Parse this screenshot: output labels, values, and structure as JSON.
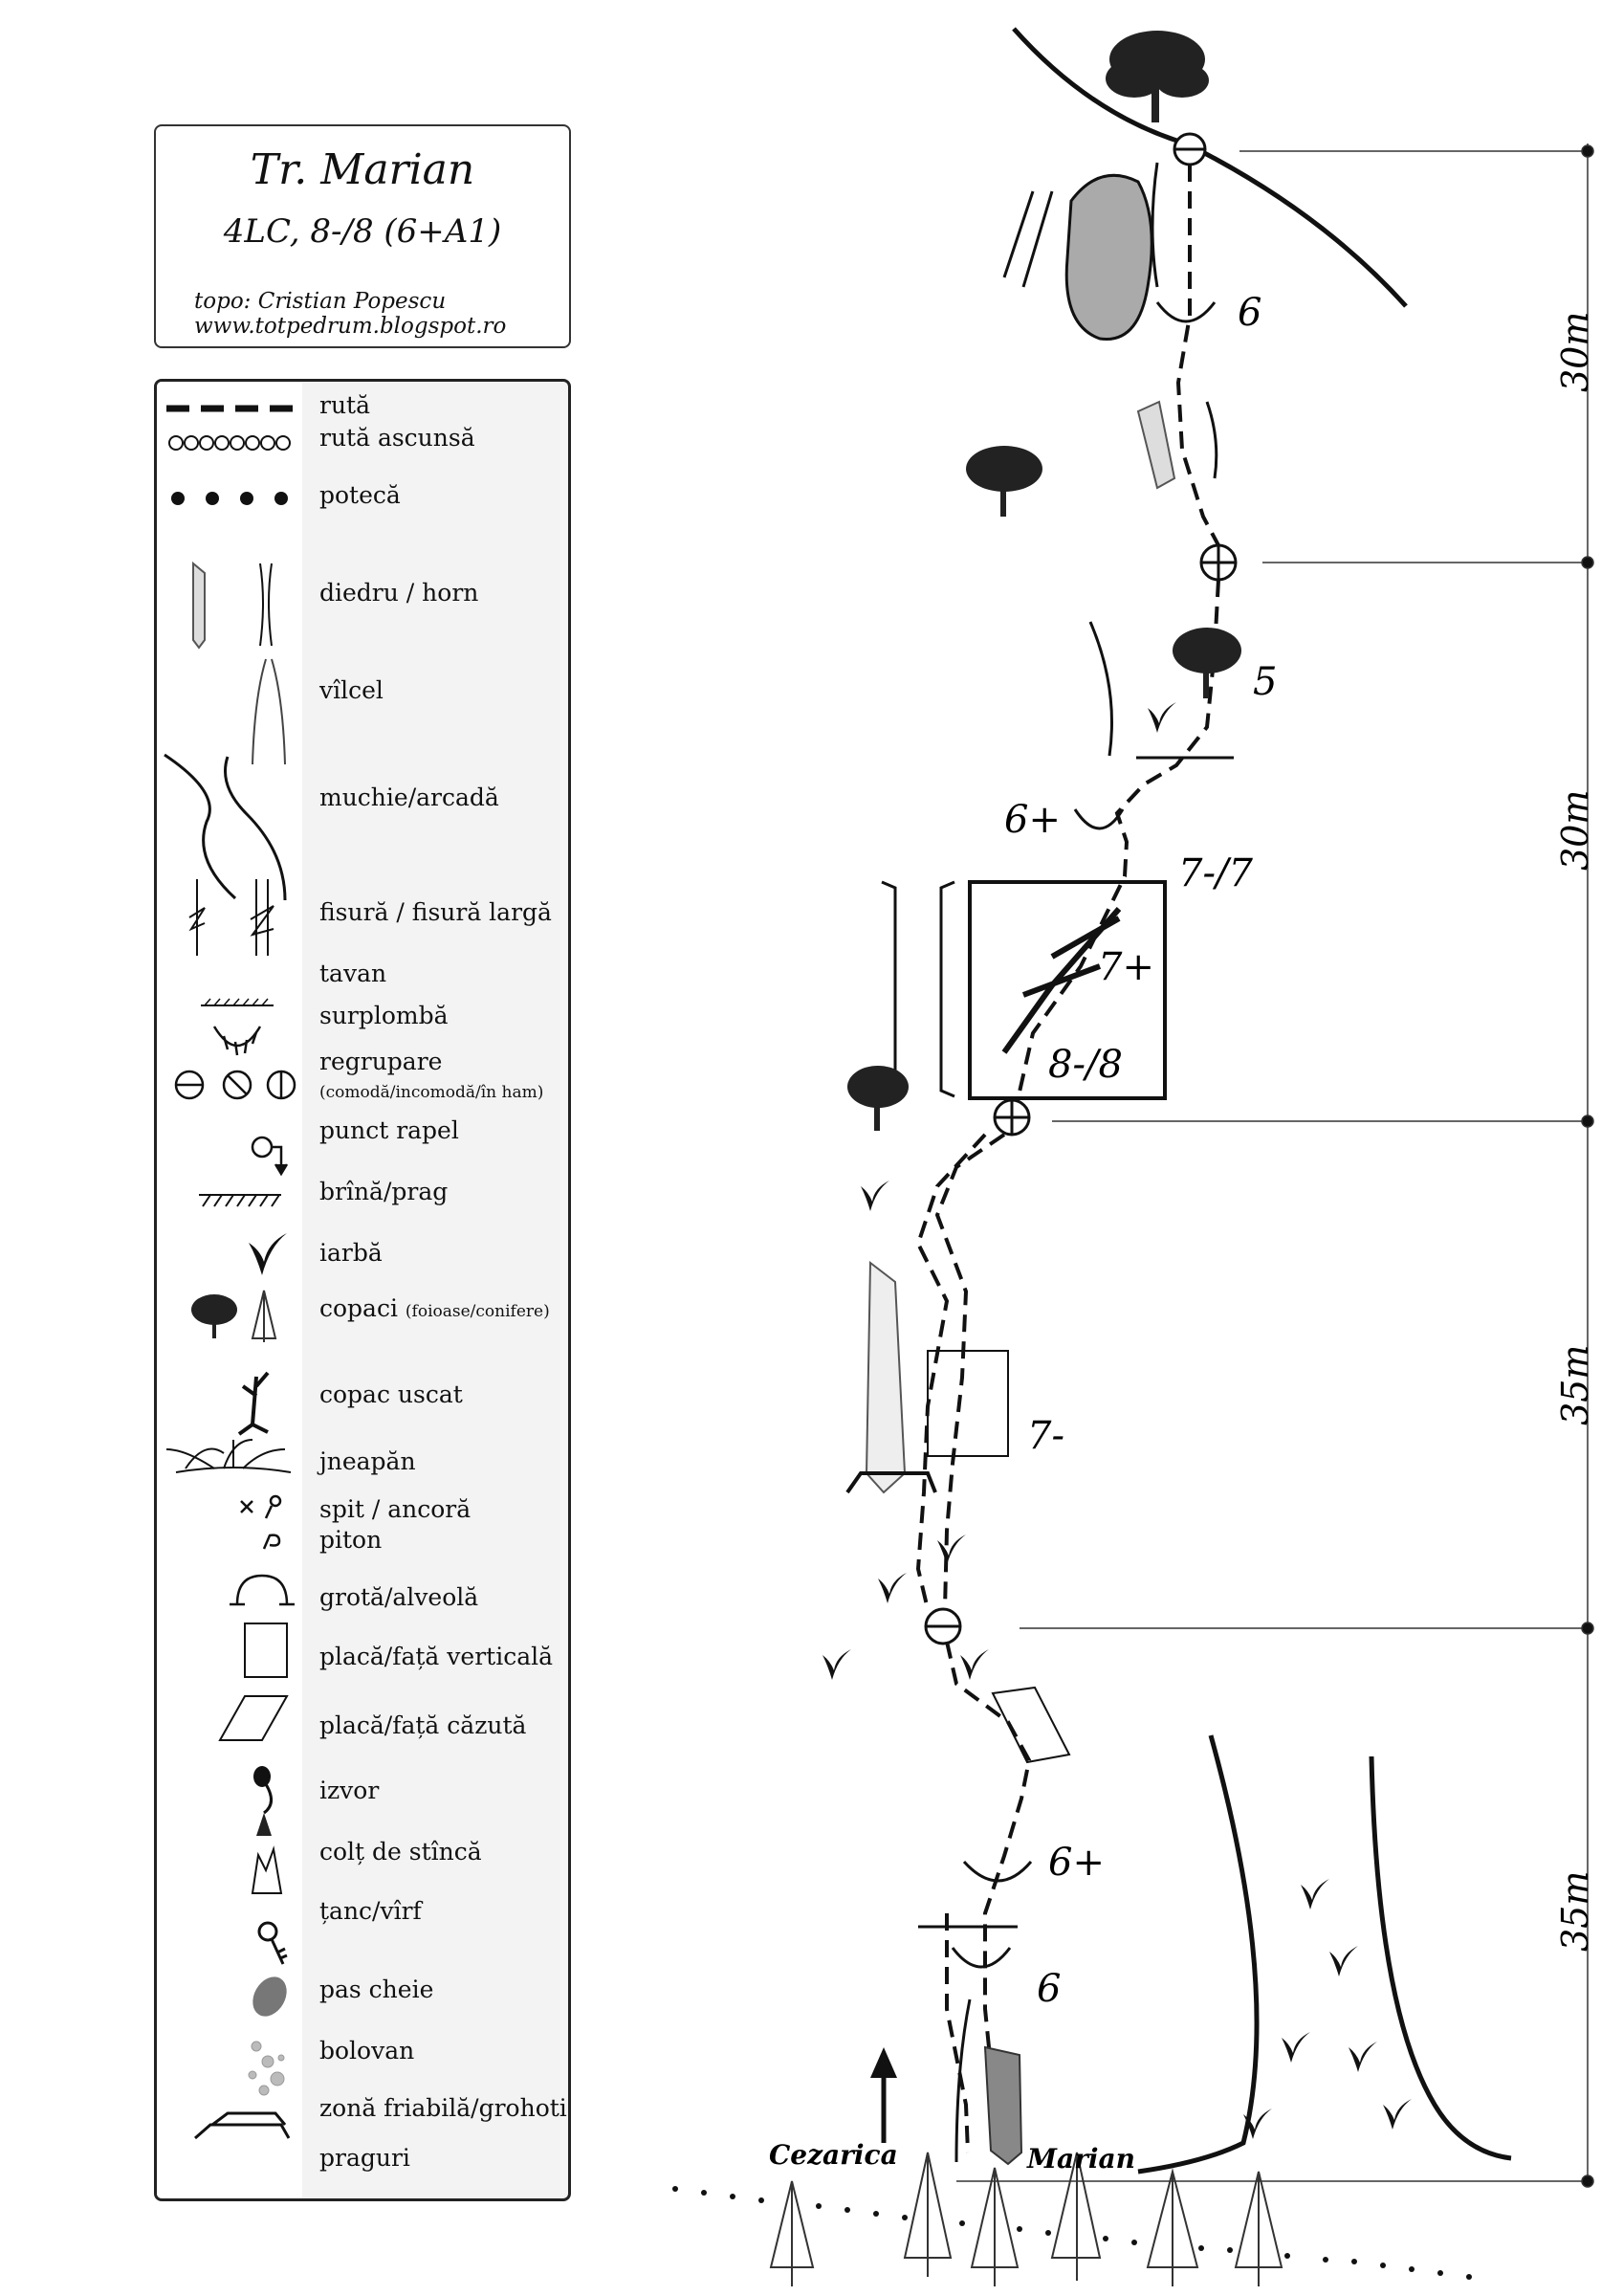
{
  "title": {
    "name": "Tr. Marian",
    "grade": "4LC, 8-/8 (6+A1)",
    "author": "topo: Cristian Popescu",
    "site": "www.totpedrum.blogspot.ro"
  },
  "legend": {
    "route": "rută",
    "hidden_route": "rută ascunsă",
    "path": "potecă",
    "dihedral": "diedru / horn",
    "gully": "vîlcel",
    "edge": "muchie/arcadă",
    "crack": "fisură / fisură largă",
    "roof": "tavan",
    "overhang": "surplombă",
    "belay": "regrupare",
    "belay_note": "(comodă/incomodă/în ham)",
    "rappel": "punct rapel",
    "ledge": "brînă/prag",
    "grass": "iarbă",
    "trees": "copaci",
    "trees_note": "(foioase/conifere)",
    "dead_tree": "copac uscat",
    "juniper": "jneapăn",
    "bolt": "spit / ancoră",
    "piton": "piton",
    "cave": "grotă/alveolă",
    "vertical_slab": "placă/față verticală",
    "slab": "placă/față căzută",
    "spring": "izvor",
    "pillar": "colț de stîncă",
    "peak": "țanc/vîrf",
    "key_move": "pas cheie",
    "boulder": "bolovan",
    "scree": "zonă friabilă/grohotiș",
    "steps": "praguri"
  },
  "topo": {
    "grades": {
      "g_top": "6",
      "g_5": "5",
      "g_6p_a": "6+",
      "g_7m7": "7-/7",
      "g_7p": "7+",
      "g_8m8": "8-/8",
      "g_7m": "7-",
      "g_6p_b": "6+",
      "g_6_bottom": "6"
    },
    "routes": {
      "cezarica": "Cezarica",
      "marian": "Marian"
    },
    "lengths": [
      "30m",
      "30m",
      "35m",
      "35m"
    ]
  }
}
